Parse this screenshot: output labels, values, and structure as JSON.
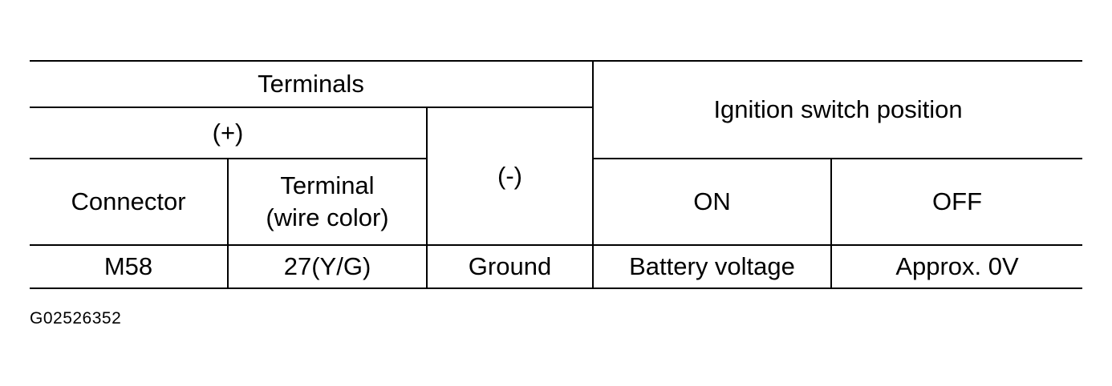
{
  "table": {
    "header": {
      "terminals": "Terminals",
      "ignition_switch_position": "Ignition switch position",
      "positive": "(+)",
      "negative": "(-)",
      "connector": "Connector",
      "terminal_line1": "Terminal",
      "terminal_line2": "(wire color)",
      "on": "ON",
      "off": "OFF"
    },
    "rows": [
      {
        "connector": "M58",
        "terminal": "27(Y/G)",
        "negative": "Ground",
        "on": "Battery voltage",
        "off": "Approx. 0V"
      }
    ]
  },
  "figure_code": "G02526352"
}
